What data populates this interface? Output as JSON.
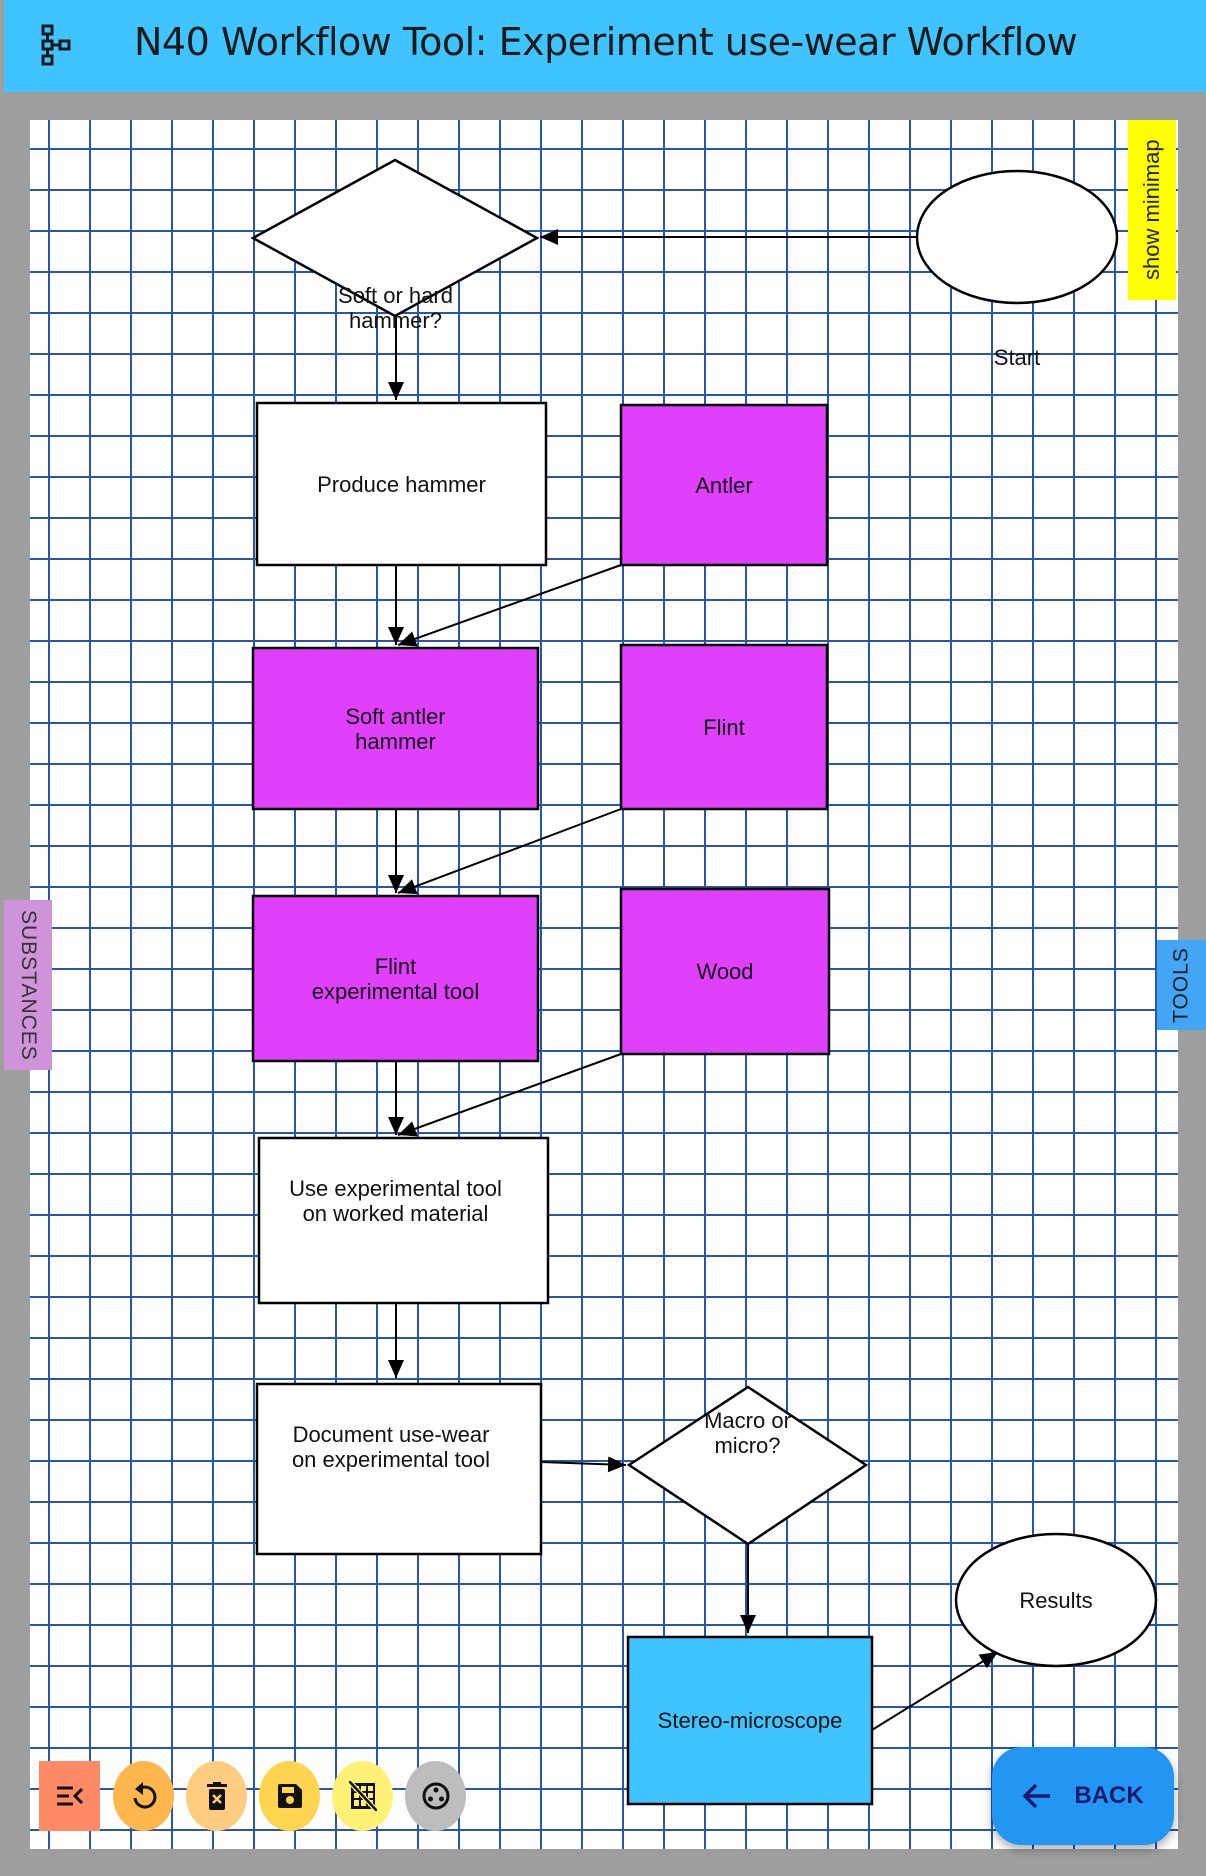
{
  "header": {
    "title": "N40 Workflow Tool: Experiment use-wear Workflow",
    "icon": "workflow-tree-icon"
  },
  "nodes": {
    "start": "Start",
    "soft_or_hard": "Soft or hard\nhammer?",
    "produce_hammer": "Produce hammer",
    "antler": "Antler",
    "soft_antler_hammer": "Soft antler\nhammer",
    "flint": "Flint",
    "flint_tool": "Flint\nexperimental tool",
    "wood": "Wood",
    "use_tool": "Use experimental tool\non worked material",
    "document": "Document use-wear\non experimental tool",
    "macro_micro": "Macro or\nmicro?",
    "stereo": "Stereo-microscope",
    "results": "Results"
  },
  "colors": {
    "substance": "#e040fb",
    "tool": "#40c4ff",
    "header": "#40c4ff"
  },
  "side": {
    "minimap": "show minimap",
    "substances": "SUBSTANCES",
    "tools": "TOOLS"
  },
  "toolbar": [
    "collapse-menu-icon",
    "undo-icon",
    "delete-icon",
    "save-icon",
    "grid-off-icon",
    "palette-icon"
  ],
  "back_label": "BACK"
}
